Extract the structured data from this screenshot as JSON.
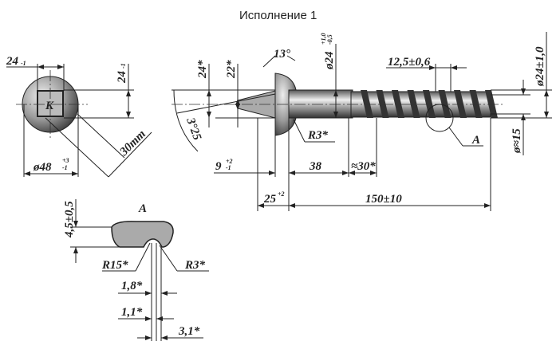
{
  "title": "Исполнение 1",
  "head_view": {
    "mark": "K",
    "width_top": {
      "value": "24",
      "tol": "-1"
    },
    "width_side": {
      "value": "24",
      "tol": "-1"
    },
    "diameter": {
      "value": "ø48",
      "tol_upper": "+3",
      "tol_lower": "-1"
    },
    "across": "30mm"
  },
  "side_view": {
    "head_height_1": "24*",
    "head_height_2": "22*",
    "angle_top": "13°",
    "angle_cone": "3°25",
    "shank_diameter": {
      "value": "ø24",
      "tol_upper": "+1,0",
      "tol_lower": "-0,5"
    },
    "pitch": "12,5±0,6",
    "thread_diameter": "ø24±1,0",
    "core_diameter": "ø≈15",
    "radius": "R3*",
    "detail_ref": "A",
    "dim_head": {
      "value": "9",
      "tol_upper": "+2",
      "tol_lower": "-1"
    },
    "dim_shank": "38",
    "dim_transition": "≈30*",
    "dim_collar": {
      "value": "25",
      "tol": "+2"
    },
    "dim_length": "150±10"
  },
  "detail_a": {
    "label": "A",
    "height": "4,5±0,5",
    "radius_left": "R15*",
    "radius_right": "R3*",
    "dim_1": "1,8*",
    "dim_2": "1,1*",
    "dim_3": "3,1*"
  }
}
